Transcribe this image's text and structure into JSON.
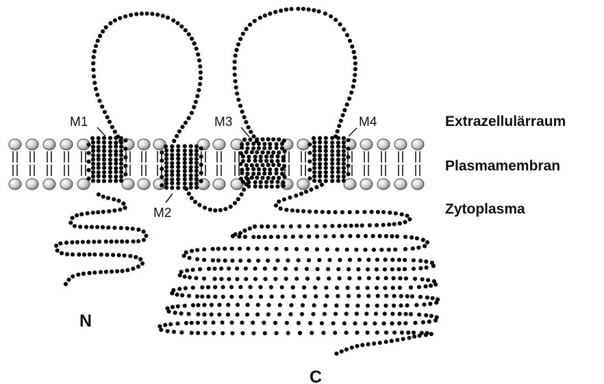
{
  "regions": {
    "extracellular": "Extrazellulärraum",
    "membrane": "Plasmamembran",
    "cytoplasm": "Zytoplasma"
  },
  "segments": [
    "M1",
    "M2",
    "M3",
    "M4"
  ],
  "termini": {
    "n": "N",
    "c": "C"
  },
  "colors": {
    "residue": "#0a0a0a",
    "lipid_head": "#bdbdbd",
    "lipid_outline": "#444444"
  }
}
